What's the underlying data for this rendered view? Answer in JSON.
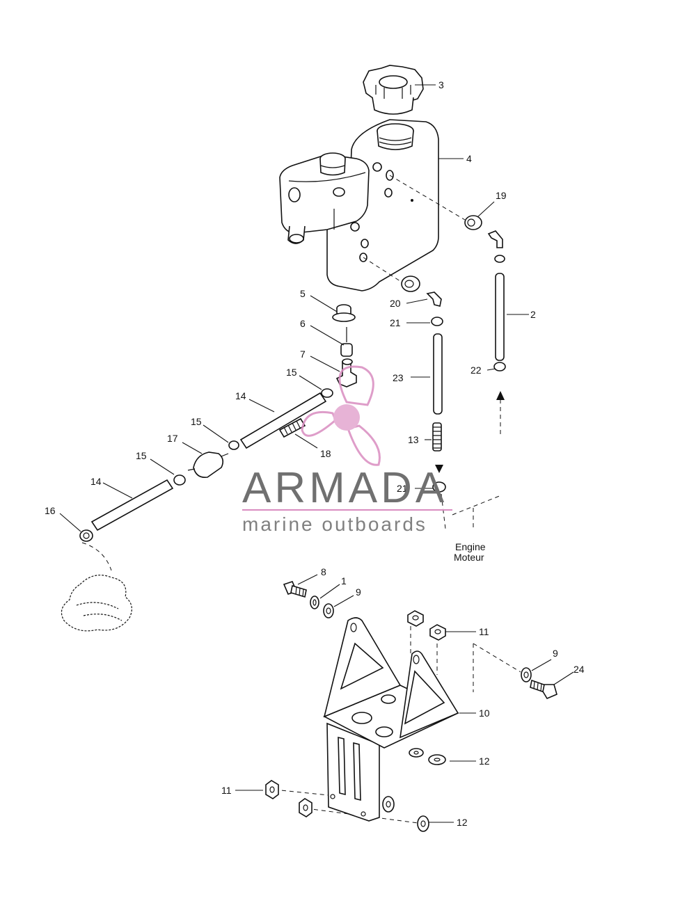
{
  "diagram": {
    "callouts": [
      {
        "id": "c3",
        "text": "3"
      },
      {
        "id": "c4",
        "text": "4"
      },
      {
        "id": "c19",
        "text": "19"
      },
      {
        "id": "c2",
        "text": "2"
      },
      {
        "id": "c5",
        "text": "5"
      },
      {
        "id": "c20",
        "text": "20"
      },
      {
        "id": "c21a",
        "text": "21"
      },
      {
        "id": "c6",
        "text": "6"
      },
      {
        "id": "c22",
        "text": "22"
      },
      {
        "id": "c7",
        "text": "7"
      },
      {
        "id": "c23",
        "text": "23"
      },
      {
        "id": "c15a",
        "text": "15"
      },
      {
        "id": "c14a",
        "text": "14"
      },
      {
        "id": "c15b",
        "text": "15"
      },
      {
        "id": "c13",
        "text": "13"
      },
      {
        "id": "c17",
        "text": "17"
      },
      {
        "id": "c18",
        "text": "18"
      },
      {
        "id": "c15c",
        "text": "15"
      },
      {
        "id": "c14b",
        "text": "14"
      },
      {
        "id": "c21b",
        "text": "21"
      },
      {
        "id": "c16",
        "text": "16"
      },
      {
        "id": "c8",
        "text": "8"
      },
      {
        "id": "c1",
        "text": "1"
      },
      {
        "id": "c9a",
        "text": "9"
      },
      {
        "id": "c11a",
        "text": "11"
      },
      {
        "id": "c9b",
        "text": "9"
      },
      {
        "id": "c24",
        "text": "24"
      },
      {
        "id": "c10",
        "text": "10"
      },
      {
        "id": "c12a",
        "text": "12"
      },
      {
        "id": "c11b",
        "text": "11"
      },
      {
        "id": "c12b",
        "text": "12"
      }
    ],
    "engine_label": "Engine",
    "moteur_label": "Moteur"
  },
  "watermark": {
    "brand": "ARMADA",
    "tagline": "marine outboards",
    "accent_color": "#d98cc0",
    "text_color": "#707070"
  }
}
